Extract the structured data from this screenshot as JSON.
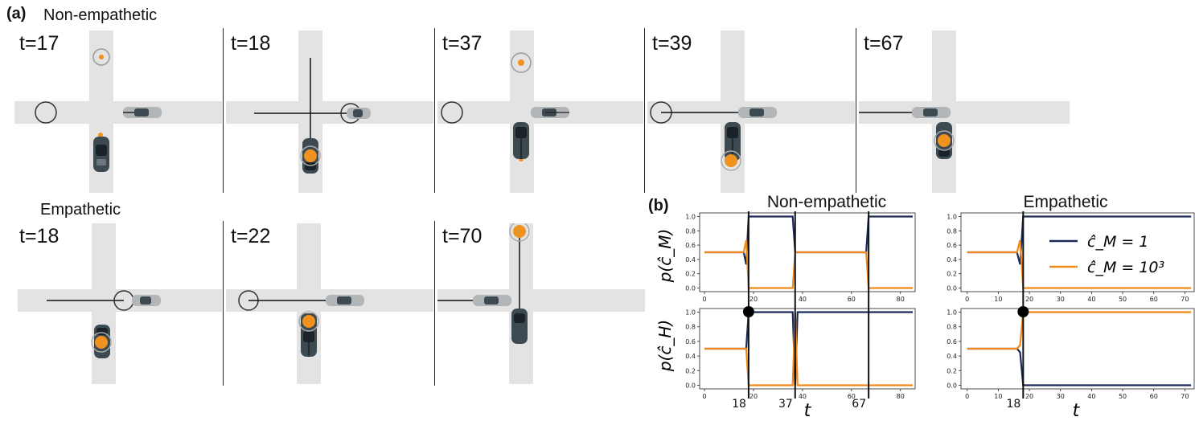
{
  "panel_a": {
    "label": "(a)",
    "rows": [
      {
        "title": "Non-empathetic",
        "scenes": [
          {
            "time": "t=17"
          },
          {
            "time": "t=18"
          },
          {
            "time": "t=37"
          },
          {
            "time": "t=39"
          },
          {
            "time": "t=67"
          }
        ]
      },
      {
        "title": "Empathetic",
        "scenes": [
          {
            "time": "t=18"
          },
          {
            "time": "t=22"
          },
          {
            "time": "t=70"
          }
        ]
      }
    ],
    "colors": {
      "road": "#e3e3e3",
      "agent": "#f0921f",
      "car_body": "#3e4a51",
      "car_light": "#b3b6b8"
    }
  },
  "panel_b": {
    "label": "(b)",
    "legend": [
      {
        "label": "ĉ_M = 1",
        "color": "#1b2a5a"
      },
      {
        "label": "ĉ_M = 10³",
        "color": "#f28a1a"
      }
    ],
    "xlabel": "t",
    "ylabel_top": "p(ĉ_M)",
    "ylabel_bottom": "p(ĉ_H)",
    "columns": [
      {
        "title": "Non-empathetic",
        "xticks": [
          0,
          20,
          40,
          60,
          80
        ],
        "xlim": [
          -2,
          86
        ],
        "markers": [
          "18",
          "37",
          "67"
        ]
      },
      {
        "title": "Empathetic",
        "xticks": [
          0,
          10,
          20,
          30,
          40,
          50,
          60,
          70
        ],
        "xlim": [
          -2,
          73
        ],
        "markers": [
          "18"
        ]
      }
    ]
  },
  "chart_data": [
    {
      "type": "line",
      "ylabel": "p(ĉ_M)",
      "xlim": [
        -2,
        86
      ],
      "ylim": [
        -0.05,
        1.05
      ],
      "series": [
        {
          "name": "ĉ_M = 1",
          "color": "#1b2a5a",
          "x": [
            0,
            15,
            16,
            17,
            18,
            19,
            36,
            37,
            38,
            66,
            67,
            68,
            85
          ],
          "y": [
            0.5,
            0.5,
            0.5,
            0.33,
            1.0,
            1.0,
            1.0,
            0.5,
            0.5,
            0.5,
            1.0,
            1.0,
            1.0
          ]
        },
        {
          "name": "ĉ_M = 10³",
          "color": "#f28a1a",
          "x": [
            0,
            15,
            16,
            17,
            18,
            19,
            36,
            37,
            38,
            66,
            67,
            68,
            85
          ],
          "y": [
            0.5,
            0.5,
            0.5,
            0.67,
            0.0,
            0.0,
            0.0,
            0.5,
            0.5,
            0.5,
            0.0,
            0.0,
            0.0
          ]
        }
      ]
    },
    {
      "type": "line",
      "ylabel": "p(ĉ_H)",
      "xlim": [
        -2,
        86
      ],
      "ylim": [
        -0.05,
        1.05
      ],
      "series": [
        {
          "name": "ĉ_M = 1",
          "color": "#1b2a5a",
          "x": [
            0,
            16,
            17,
            18,
            19,
            36,
            37,
            38,
            85
          ],
          "y": [
            0.5,
            0.5,
            0.5,
            1.0,
            1.0,
            1.0,
            0.0,
            1.0,
            1.0
          ]
        },
        {
          "name": "ĉ_M = 10³",
          "color": "#f28a1a",
          "x": [
            0,
            16,
            17,
            18,
            19,
            36,
            37,
            38,
            85
          ],
          "y": [
            0.5,
            0.5,
            0.5,
            0.0,
            0.0,
            0.0,
            1.0,
            0.0,
            0.0
          ]
        }
      ]
    },
    {
      "type": "line",
      "ylabel": "p(ĉ_M)",
      "xlim": [
        -2,
        73
      ],
      "ylim": [
        -0.05,
        1.05
      ],
      "series": [
        {
          "name": "ĉ_M = 1",
          "color": "#1b2a5a",
          "x": [
            0,
            15,
            16,
            17,
            18,
            19,
            72
          ],
          "y": [
            0.5,
            0.5,
            0.5,
            0.33,
            1.0,
            1.0,
            1.0
          ]
        },
        {
          "name": "ĉ_M = 10³",
          "color": "#f28a1a",
          "x": [
            0,
            15,
            16,
            17,
            18,
            19,
            72
          ],
          "y": [
            0.5,
            0.5,
            0.5,
            0.67,
            0.0,
            0.0,
            0.0
          ]
        }
      ]
    },
    {
      "type": "line",
      "ylabel": "p(ĉ_H)",
      "xlim": [
        -2,
        73
      ],
      "ylim": [
        -0.05,
        1.05
      ],
      "series": [
        {
          "name": "ĉ_M = 1",
          "color": "#1b2a5a",
          "x": [
            0,
            15,
            16,
            17,
            18,
            19,
            72
          ],
          "y": [
            0.5,
            0.5,
            0.5,
            0.45,
            0.0,
            0.0,
            0.0
          ]
        },
        {
          "name": "ĉ_M = 10³",
          "color": "#f28a1a",
          "x": [
            0,
            15,
            16,
            17,
            18,
            19,
            72
          ],
          "y": [
            0.5,
            0.5,
            0.5,
            0.55,
            1.0,
            1.0,
            1.0
          ]
        }
      ]
    }
  ]
}
